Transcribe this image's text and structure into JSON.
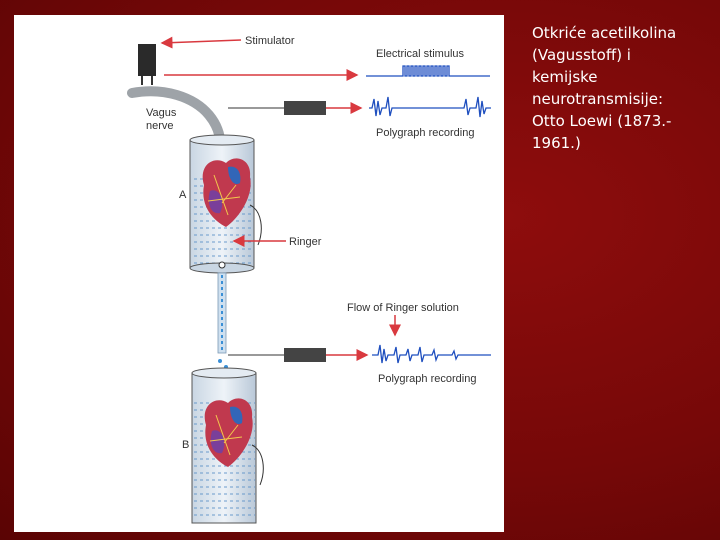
{
  "slide": {
    "caption_lines": [
      "Otkriće acetilkolina",
      "(Vagusstoff) i",
      "kemijske",
      "neurotransmisije:",
      "Otto Loewi (1873.-",
      "1961.)"
    ]
  },
  "figure": {
    "labels": {
      "stimulator": "Stimulator",
      "electrical_stimulus": "Electrical stimulus",
      "vagus": "Vagus",
      "nerve": "nerve",
      "polygraph_top": "Polygraph recording",
      "heart_a": "A",
      "ringer": "Ringer",
      "flow": "Flow of Ringer solution",
      "polygraph_bottom": "Polygraph recording",
      "heart_b": "B"
    }
  },
  "colors": {
    "slide_background": "#7a0a0a",
    "arrow_red": "#d9393f",
    "trace_blue": "#1f4fbf",
    "fluid_blue": "#3a8fd6"
  }
}
